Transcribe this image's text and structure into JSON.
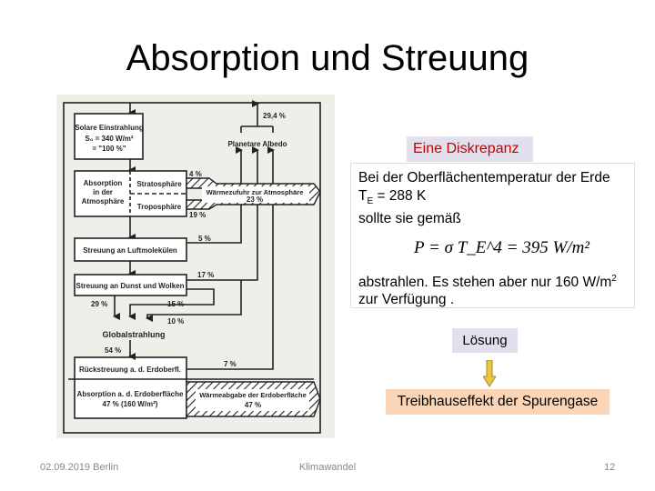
{
  "title": "Absorption und Streuung",
  "diagram": {
    "solar_line1": "Solare Einstrahlung",
    "solar_line2": "S₀ = 340 W/m²",
    "solar_line3": "= \"100 %\"",
    "albedo_pct": "29,4 %",
    "albedo": "Planetare Albedo",
    "abs_atm1": "Absorption",
    "abs_atm2": "in der",
    "abs_atm3": "Atmosphäre",
    "strato": "Stratosphäre",
    "tropo": "Troposphäre",
    "pct4": "4 %",
    "pct19": "19 %",
    "waermezufuhr": "Wärmezufuhr zur Atmosphäre",
    "pct23": "23 %",
    "luft": "Streuung an Luftmolekülen",
    "pct5": "5 %",
    "dunst": "Streuung an Dunst und Wolken",
    "pct17": "17 %",
    "pct29": "29 %",
    "pct15": "15 %",
    "pct10": "10 %",
    "global": "Globalstrahlung",
    "pct54": "54 %",
    "rueck": "Rückstreuung a. d. Erdoberfl.",
    "pct7": "7 %",
    "abs_erd1": "Absorption a. d. Erdoberfläche",
    "abs_erd2": "47 % (160 W/m²)",
    "waermeabgabe": "Wärmeabgabe der Erdoberfläche",
    "pct47": "47 %"
  },
  "discrepancy_label": "Eine Diskrepanz",
  "textbox": {
    "line1": "Bei der Oberflächentemperatur der Erde",
    "line2_prefix": "T",
    "line2_sub": "E",
    "line2_rest": " = 288 K",
    "line3": "sollte sie gemäß",
    "formula": "P = σ T_E^4 = 395 W/m²",
    "line4": "abstrahlen. Es stehen aber nur 160 W/m",
    "line4_sup": "2",
    "line5": "zur Verfügung ."
  },
  "solution_label": "Lösung",
  "result_label": "Treibhauseffekt der Spurengase",
  "footer": {
    "date": "02.09.2019 Berlin",
    "topic": "Klimawandel",
    "page": "12"
  },
  "colors": {
    "discrepancy_text": "#c00000",
    "label_bg": "#e4dfec",
    "result_bg": "#fbd5b5",
    "arrow": "#e8c840"
  }
}
